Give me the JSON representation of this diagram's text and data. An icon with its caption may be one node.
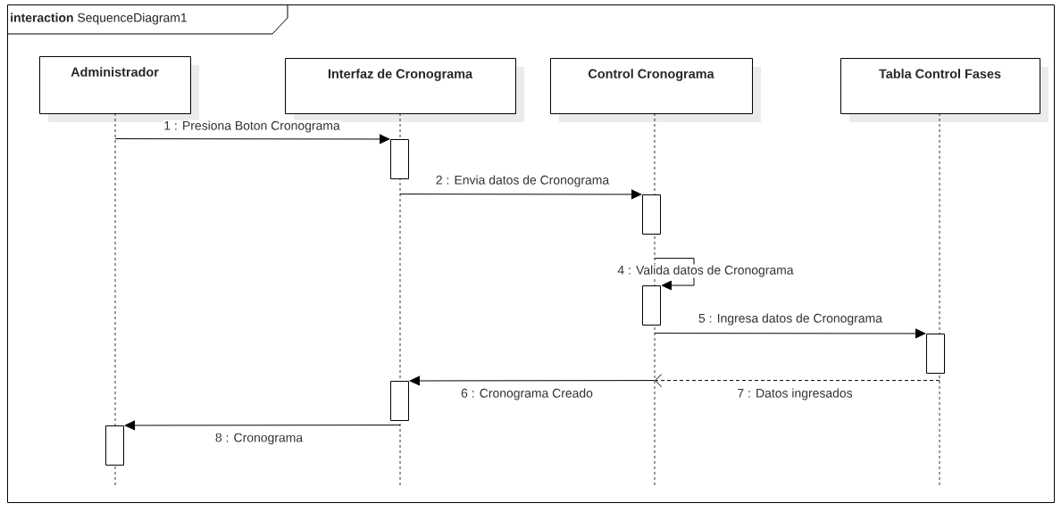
{
  "diagram": {
    "nodes": [
      {
        "text": [
          "**interaction** SequenceDiagram1"
        ]
      },
      {
        "text": [
          "Administrador"
        ],
        "in": 0
      },
      {
        "text": [
          "Interfaz de Cronograma"
        ],
        "in": 0
      },
      {
        "text": [
          "Control Cronograma"
        ],
        "in": 0
      },
      {
        "text": [
          "Tabla Control Fases"
        ],
        "in": 0
      },
      {
        "text": [],
        "shape": "line",
        "in": 0
      },
      {
        "text": [],
        "shape": "line",
        "in": 0
      },
      {
        "text": [],
        "shape": "line",
        "in": 0
      },
      {
        "text": [],
        "shape": "line",
        "in": 0
      },
      {
        "text": [],
        "shape": "bar",
        "in": 0
      },
      {
        "text": [],
        "shape": "bar",
        "in": 0
      },
      {
        "text": [],
        "shape": "bar",
        "in": 0
      },
      {
        "text": [],
        "shape": "bar",
        "in": 0
      },
      {
        "text": [],
        "shape": "bar",
        "in": 0
      },
      {
        "text": [],
        "shape": "bar",
        "in": 0
      }
    ],
    "edges": [
      {
        "from": 5,
        "to": 9,
        "arrow": "to",
        "label": "1 : Presiona Boton Cronograma"
      },
      {
        "from": 6,
        "to": 10,
        "arrow": "to",
        "label": "2 : Envia datos de Cronograma"
      },
      {
        "from": 7,
        "to": 11,
        "arrow": "to",
        "label": "4 : Valida datos de Cronograma"
      },
      {
        "from": 7,
        "to": 12,
        "arrow": "to",
        "label": "5 : Ingresa datos de Cronograma"
      },
      {
        "from": 7,
        "to": 13,
        "arrow": "to",
        "label": "6 : Cronograma Creado"
      },
      {
        "from": 8,
        "to": 7,
        "arrow": "to",
        "label": "7 : Datos ingresados",
        "style": "dashed"
      },
      {
        "from": 6,
        "to": 14,
        "arrow": "to",
        "label": "8 : Cronograma"
      }
    ]
  }
}
